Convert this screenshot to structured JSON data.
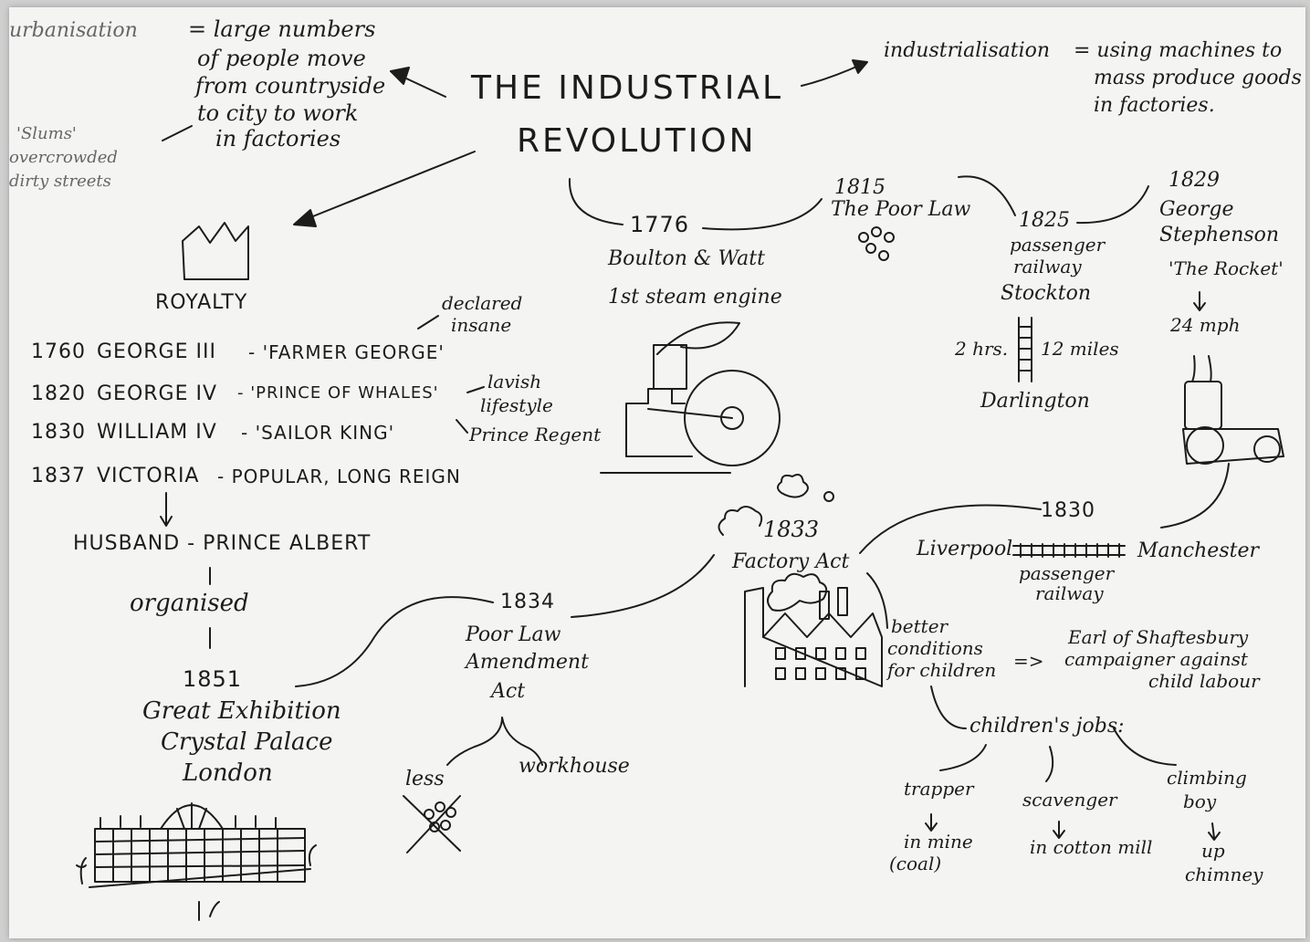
{
  "title": [
    "THE INDUSTRIAL",
    "REVOLUTION"
  ],
  "urbanisation": {
    "term": "urbanisation",
    "definition": [
      "= large numbers",
      "of people move",
      "from countryside",
      "to city to work",
      "in factories"
    ],
    "slums": [
      "'Slums'",
      "overcrowded",
      "dirty streets"
    ]
  },
  "industrialisation": {
    "term": "industrialisation",
    "definition": [
      "= using machines to",
      "mass produce goods",
      "in factories."
    ]
  },
  "royalty": {
    "heading": "ROYALTY",
    "monarchs": [
      {
        "year": "1760",
        "name": "GEORGE III",
        "nickname": "- 'FARMER GEORGE'"
      },
      {
        "year": "1820",
        "name": "GEORGE IV",
        "nickname": "- 'PRINCE OF WHALES'"
      },
      {
        "year": "1830",
        "name": "WILLIAM IV",
        "nickname": "- 'SAILOR KING'"
      },
      {
        "year": "1837",
        "name": "VICTORIA",
        "nickname": "- POPULAR, LONG REIGN"
      }
    ],
    "notes": {
      "insane": [
        "declared",
        "insane"
      ],
      "lavish": [
        "lavish",
        "lifestyle"
      ],
      "regent": "Prince Regent"
    },
    "husband": "HUSBAND - PRINCE ALBERT",
    "organised": "organised",
    "exhibition": [
      "1851",
      "Great Exhibition",
      "Crystal Palace",
      "London"
    ]
  },
  "events": {
    "e1776": [
      "1776",
      "Boulton & Watt",
      "1st steam engine"
    ],
    "e1815": [
      "1815",
      "The Poor Law"
    ],
    "e1825": [
      "1825",
      "passenger",
      "railway",
      "Stockton"
    ],
    "e1825_track": {
      "time": "2 hrs.",
      "distance": "12 miles",
      "destination": "Darlington"
    },
    "e1829": [
      "1829",
      "George",
      "Stephenson",
      "'The Rocket'"
    ],
    "e1829_speed": "24 mph",
    "e1830": {
      "year": "1830",
      "from": "Liverpool",
      "to": "Manchester",
      "caption": [
        "passenger",
        "railway"
      ]
    },
    "e1833": [
      "1833",
      "Factory Act"
    ],
    "e1833_result": [
      "better",
      "conditions",
      "for children"
    ],
    "shaftesbury": [
      "Earl of Shaftesbury",
      "campaigner against",
      "child labour"
    ],
    "arrow": "=>",
    "e1834": [
      "1834",
      "Poor Law",
      "Amendment",
      "Act"
    ],
    "e1834_branches": {
      "left": "less",
      "right": "workhouse"
    }
  },
  "children_jobs": {
    "heading": "children's jobs:",
    "jobs": [
      {
        "job": "trapper",
        "where": [
          "in mine",
          "(coal)"
        ]
      },
      {
        "job": "scavenger",
        "where": [
          "in cotton mill"
        ]
      },
      {
        "job": [
          "climbing",
          "boy"
        ],
        "where": [
          "up",
          "chimney"
        ]
      }
    ]
  }
}
